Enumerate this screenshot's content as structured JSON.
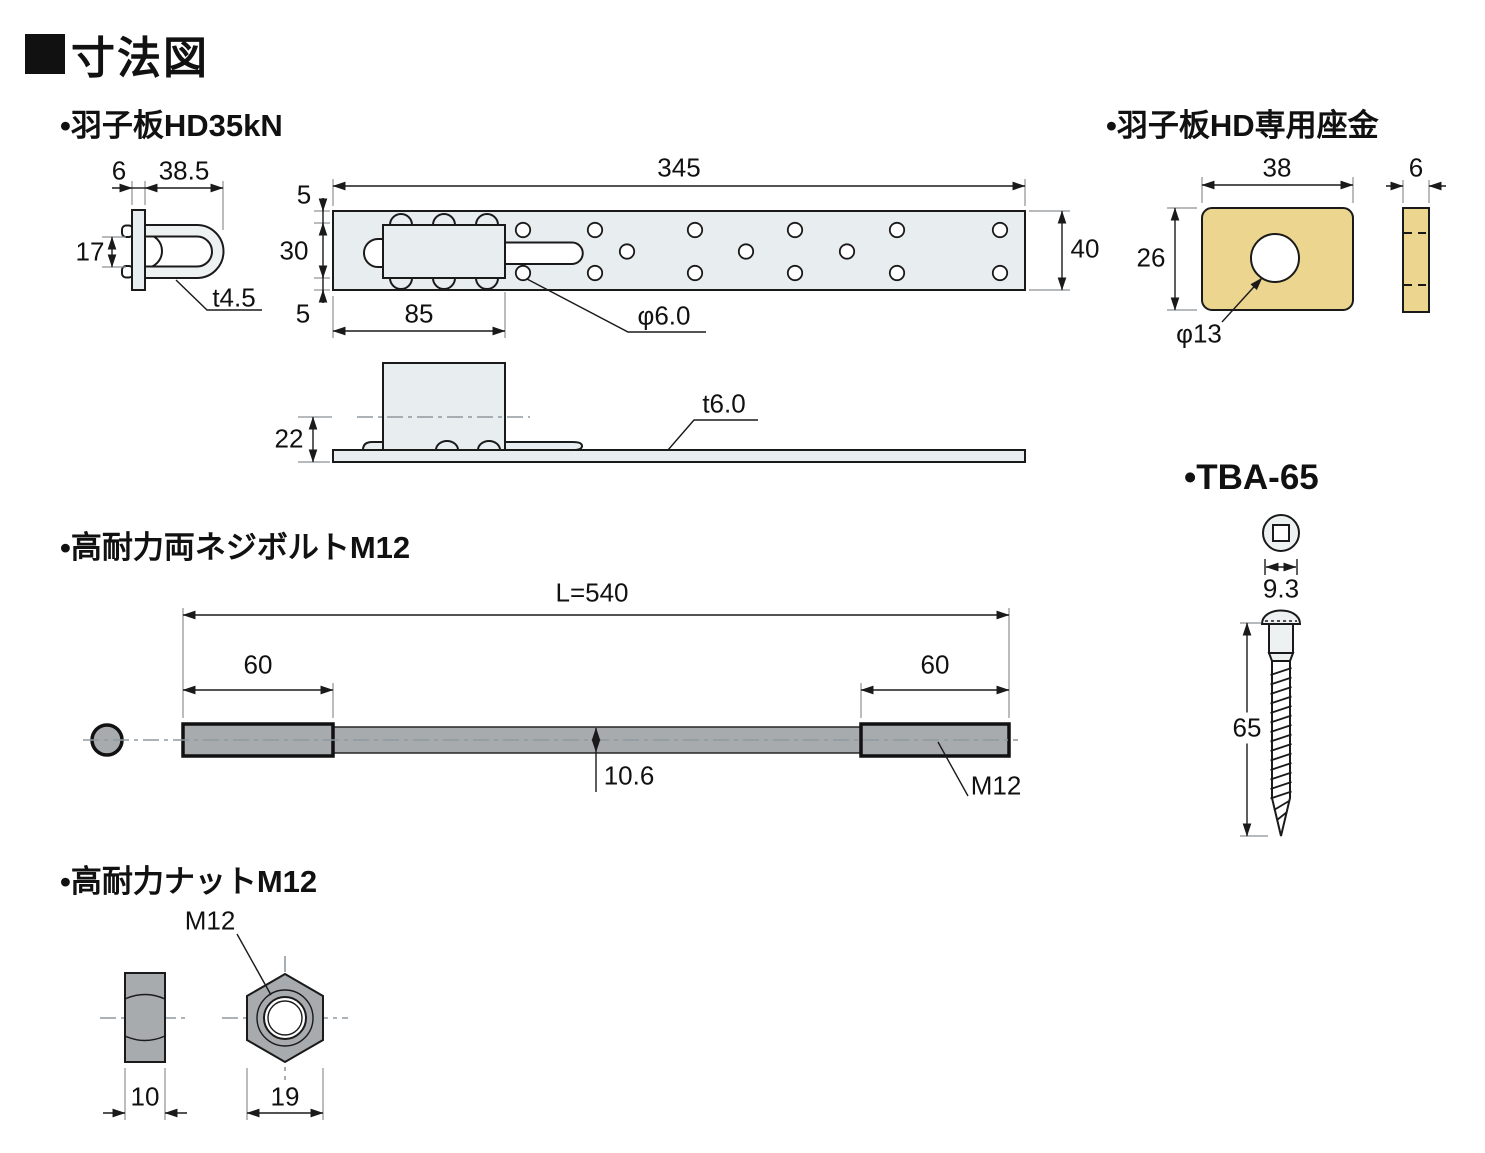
{
  "page": {
    "title": "寸法図"
  },
  "colors": {
    "plate_fill": "#e8edef",
    "washer_fill": "#ecd58e",
    "metal_gray": "#a7abad",
    "line": "#1a1a1a",
    "centerline": "#8f9aa0"
  },
  "sections": {
    "hagoita": {
      "heading": "•羽子板HD35kN",
      "dims": {
        "d6": "6",
        "d38_5": "38.5",
        "d17": "17",
        "t45": "t4.5",
        "d5top": "5",
        "d30": "30",
        "d5bot": "5",
        "d345": "345",
        "d85": "85",
        "phi6": "φ6.0",
        "d40": "40",
        "d22": "22",
        "t60": "t6.0"
      }
    },
    "washer": {
      "heading": "•羽子板HD専用座金",
      "dims": {
        "d38": "38",
        "d26": "26",
        "d6": "6",
        "phi13": "φ13"
      }
    },
    "screw": {
      "heading": "•TBA-65",
      "dims": {
        "d93": "9.3",
        "d65": "65"
      }
    },
    "bolt": {
      "heading": "•高耐力両ネジボルトM12",
      "dims": {
        "L": "L=540",
        "d60l": "60",
        "d60r": "60",
        "d106": "10.6",
        "m12": "M12"
      }
    },
    "nut": {
      "heading": "•高耐力ナットM12",
      "dims": {
        "m12": "M12",
        "d10": "10",
        "d19": "19"
      }
    }
  }
}
